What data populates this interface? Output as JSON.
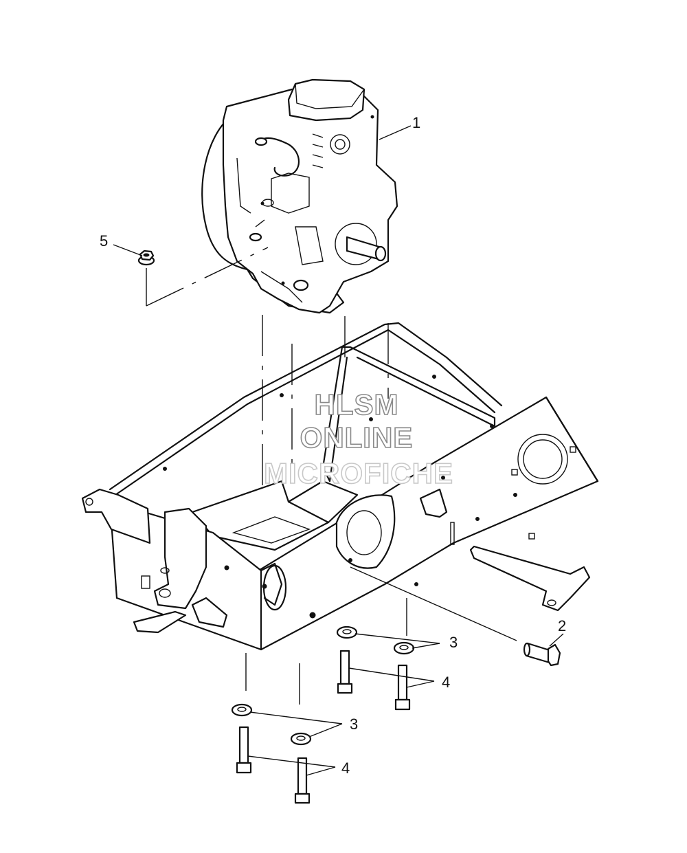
{
  "callouts": {
    "c1": "1",
    "c2": "2",
    "c3a": "3",
    "c3b": "3",
    "c4a": "4",
    "c4b": "4",
    "c5": "5"
  },
  "watermark": {
    "line1": "HLSM",
    "line2": "ONLINE",
    "line3": "MICROFICHE"
  },
  "colors": {
    "line": "#111111",
    "watermark_outline": "#8a8a8a"
  }
}
